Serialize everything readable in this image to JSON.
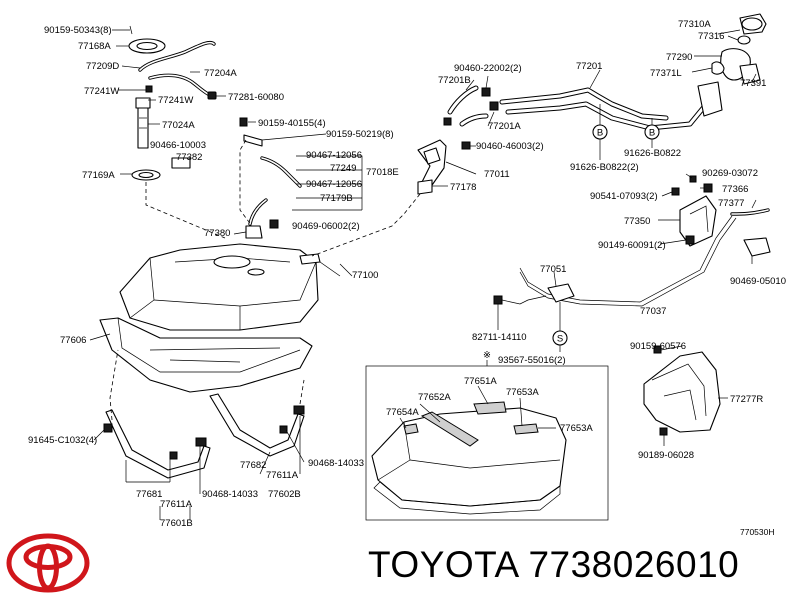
{
  "diagram": {
    "ref_code": "770530H",
    "caption": {
      "brand": "TOYOTA",
      "part_number": "7738026010"
    },
    "brand_logo": "toyota-logo",
    "callouts": {
      "c90159_50343": "90159-50343(8)",
      "c77168A": "77168A",
      "c77209D": "77209D",
      "c77204A": "77204A",
      "c77241W_left": "77241W",
      "c77241W_right": "77241W",
      "c77281_60080": "77281-60080",
      "c77024A": "77024A",
      "c90159_40155": "90159-40155(4)",
      "c90466_10003": "90466-10003",
      "c77382": "77382",
      "c77169A": "77169A",
      "c90159_50219": "90159-50219(8)",
      "c90467_12056_a": "90467-12056",
      "c77249": "77249",
      "c77018E": "77018E",
      "c90467_12056_b": "90467-12056",
      "c77179B": "77179B",
      "c90469_06002": "90469-06002(2)",
      "c77380": "77380",
      "c77100": "77100",
      "c77606": "77606",
      "c90460_22002": "90460-22002(2)",
      "c77201B": "77201B",
      "c77201": "77201",
      "c77201A": "77201A",
      "c90460_46003": "90460-46003(2)",
      "c77011": "77011",
      "c77178": "77178",
      "c91626_B0822_a": "91626-B0822(2)",
      "c91626_B0822_b": "91626-B0822",
      "c77310A": "77310A",
      "c77316": "77316",
      "c77290": "77290",
      "c77371L": "77371L",
      "c77391": "77391",
      "c90269_03072": "90269-03072",
      "c77366": "77366",
      "c90541_07093": "90541-07093(2)",
      "c77377": "77377",
      "c77350": "77350",
      "c90149_60091": "90149-60091(2)",
      "c90469_05010": "90469-05010",
      "c77051": "77051",
      "c77037": "77037",
      "c82711_14110": "82711-14110",
      "c93567_55016": "93567-55016(2)",
      "c90159_60576": "90159-60576",
      "c77277R": "77277R",
      "c90189_06028": "90189-06028",
      "c77652A": "77652A",
      "c77651A": "77651A",
      "c77653A_top": "77653A",
      "c77654A": "77654A",
      "c77653A_right": "77653A",
      "c91645_C1032": "91645-C1032(4)",
      "c77682": "77682",
      "c77611A_right": "77611A",
      "c90468_14033_right": "90468-14033",
      "c77681": "77681",
      "c77611A_left": "77611A",
      "c90468_14033_left": "90468-14033",
      "c77602B": "77602B",
      "c77601B": "77601B"
    },
    "markers": {
      "b": "B",
      "s": "S",
      "asterisk": "※"
    }
  }
}
